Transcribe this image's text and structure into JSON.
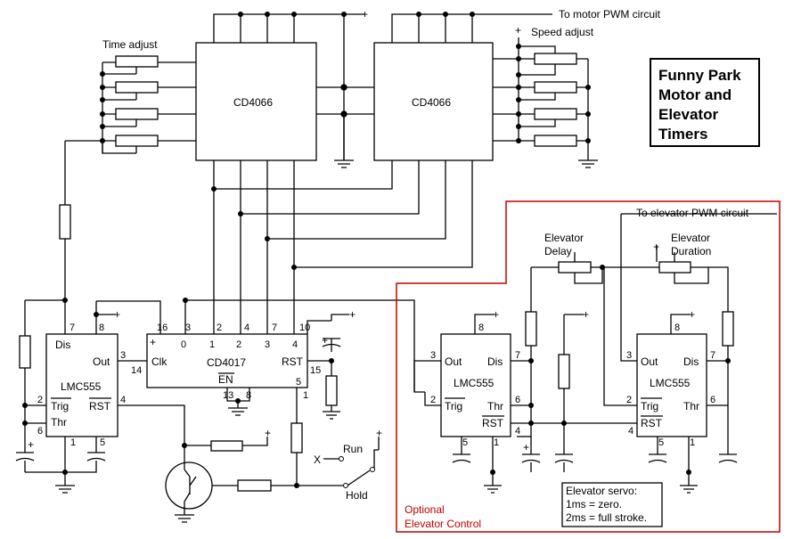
{
  "labels": {
    "time_adjust": "Time adjust",
    "speed_adjust": "Speed adjust",
    "to_motor": "To motor PWM circuit",
    "to_elevator": "To elevator PWM circuit",
    "elevator_delay": [
      "Elevator",
      "Delay"
    ],
    "elevator_duration": [
      "Elevator",
      "Duration"
    ],
    "optional": [
      "Optional",
      "Elevator Control"
    ],
    "run": "Run",
    "hold": "Hold",
    "x": "X",
    "plus": "+"
  },
  "title": [
    "Funny Park",
    "Motor and",
    "Elevator",
    "Timers"
  ],
  "chips": {
    "cd4066_left": "CD4066",
    "cd4066_right": "CD4066",
    "cd4017": "CD4017",
    "lmc555_main": "LMC555",
    "lmc555_delay": "LMC555",
    "lmc555_duration": "LMC555"
  },
  "pins_555_main": {
    "dis": "Dis",
    "out": "Out",
    "trig": "Trig",
    "thr": "Thr",
    "rst": "RST",
    "n7": "7",
    "n8": "8",
    "n3": "3",
    "n2": "2",
    "n6": "6",
    "n1": "1",
    "n5": "5",
    "n4": "4"
  },
  "pins_4017": {
    "clk": "Clk",
    "rst": "RST",
    "en": "EN",
    "n16": "16",
    "n3": "3",
    "n2": "2",
    "n4": "4",
    "n7": "7",
    "n10": "10",
    "q0": "0",
    "q1": "1",
    "q2": "2",
    "q3": "3",
    "q4": "4",
    "n14": "14",
    "n15": "15",
    "n13": "13",
    "n8": "8",
    "n5": "5",
    "n1": "1"
  },
  "pins_555_delay": {
    "out": "Out",
    "dis": "Dis",
    "trig": "Trig",
    "thr": "Thr",
    "rst": "RST",
    "n8": "8",
    "n3": "3",
    "n7": "7",
    "n2": "2",
    "n6": "6",
    "n5": "5",
    "n1": "1",
    "n4": "4"
  },
  "pins_555_duration": {
    "out": "Out",
    "dis": "Dis",
    "trig": "Trig",
    "thr": "Thr",
    "rst": "RST",
    "n8": "8",
    "n3": "3",
    "n7": "7",
    "n2": "2",
    "n6": "6",
    "n5": "5",
    "n1": "1",
    "n4": "4"
  },
  "servo_note": [
    "Elevator servo:",
    "1ms = zero.",
    "2ms = full stroke."
  ]
}
